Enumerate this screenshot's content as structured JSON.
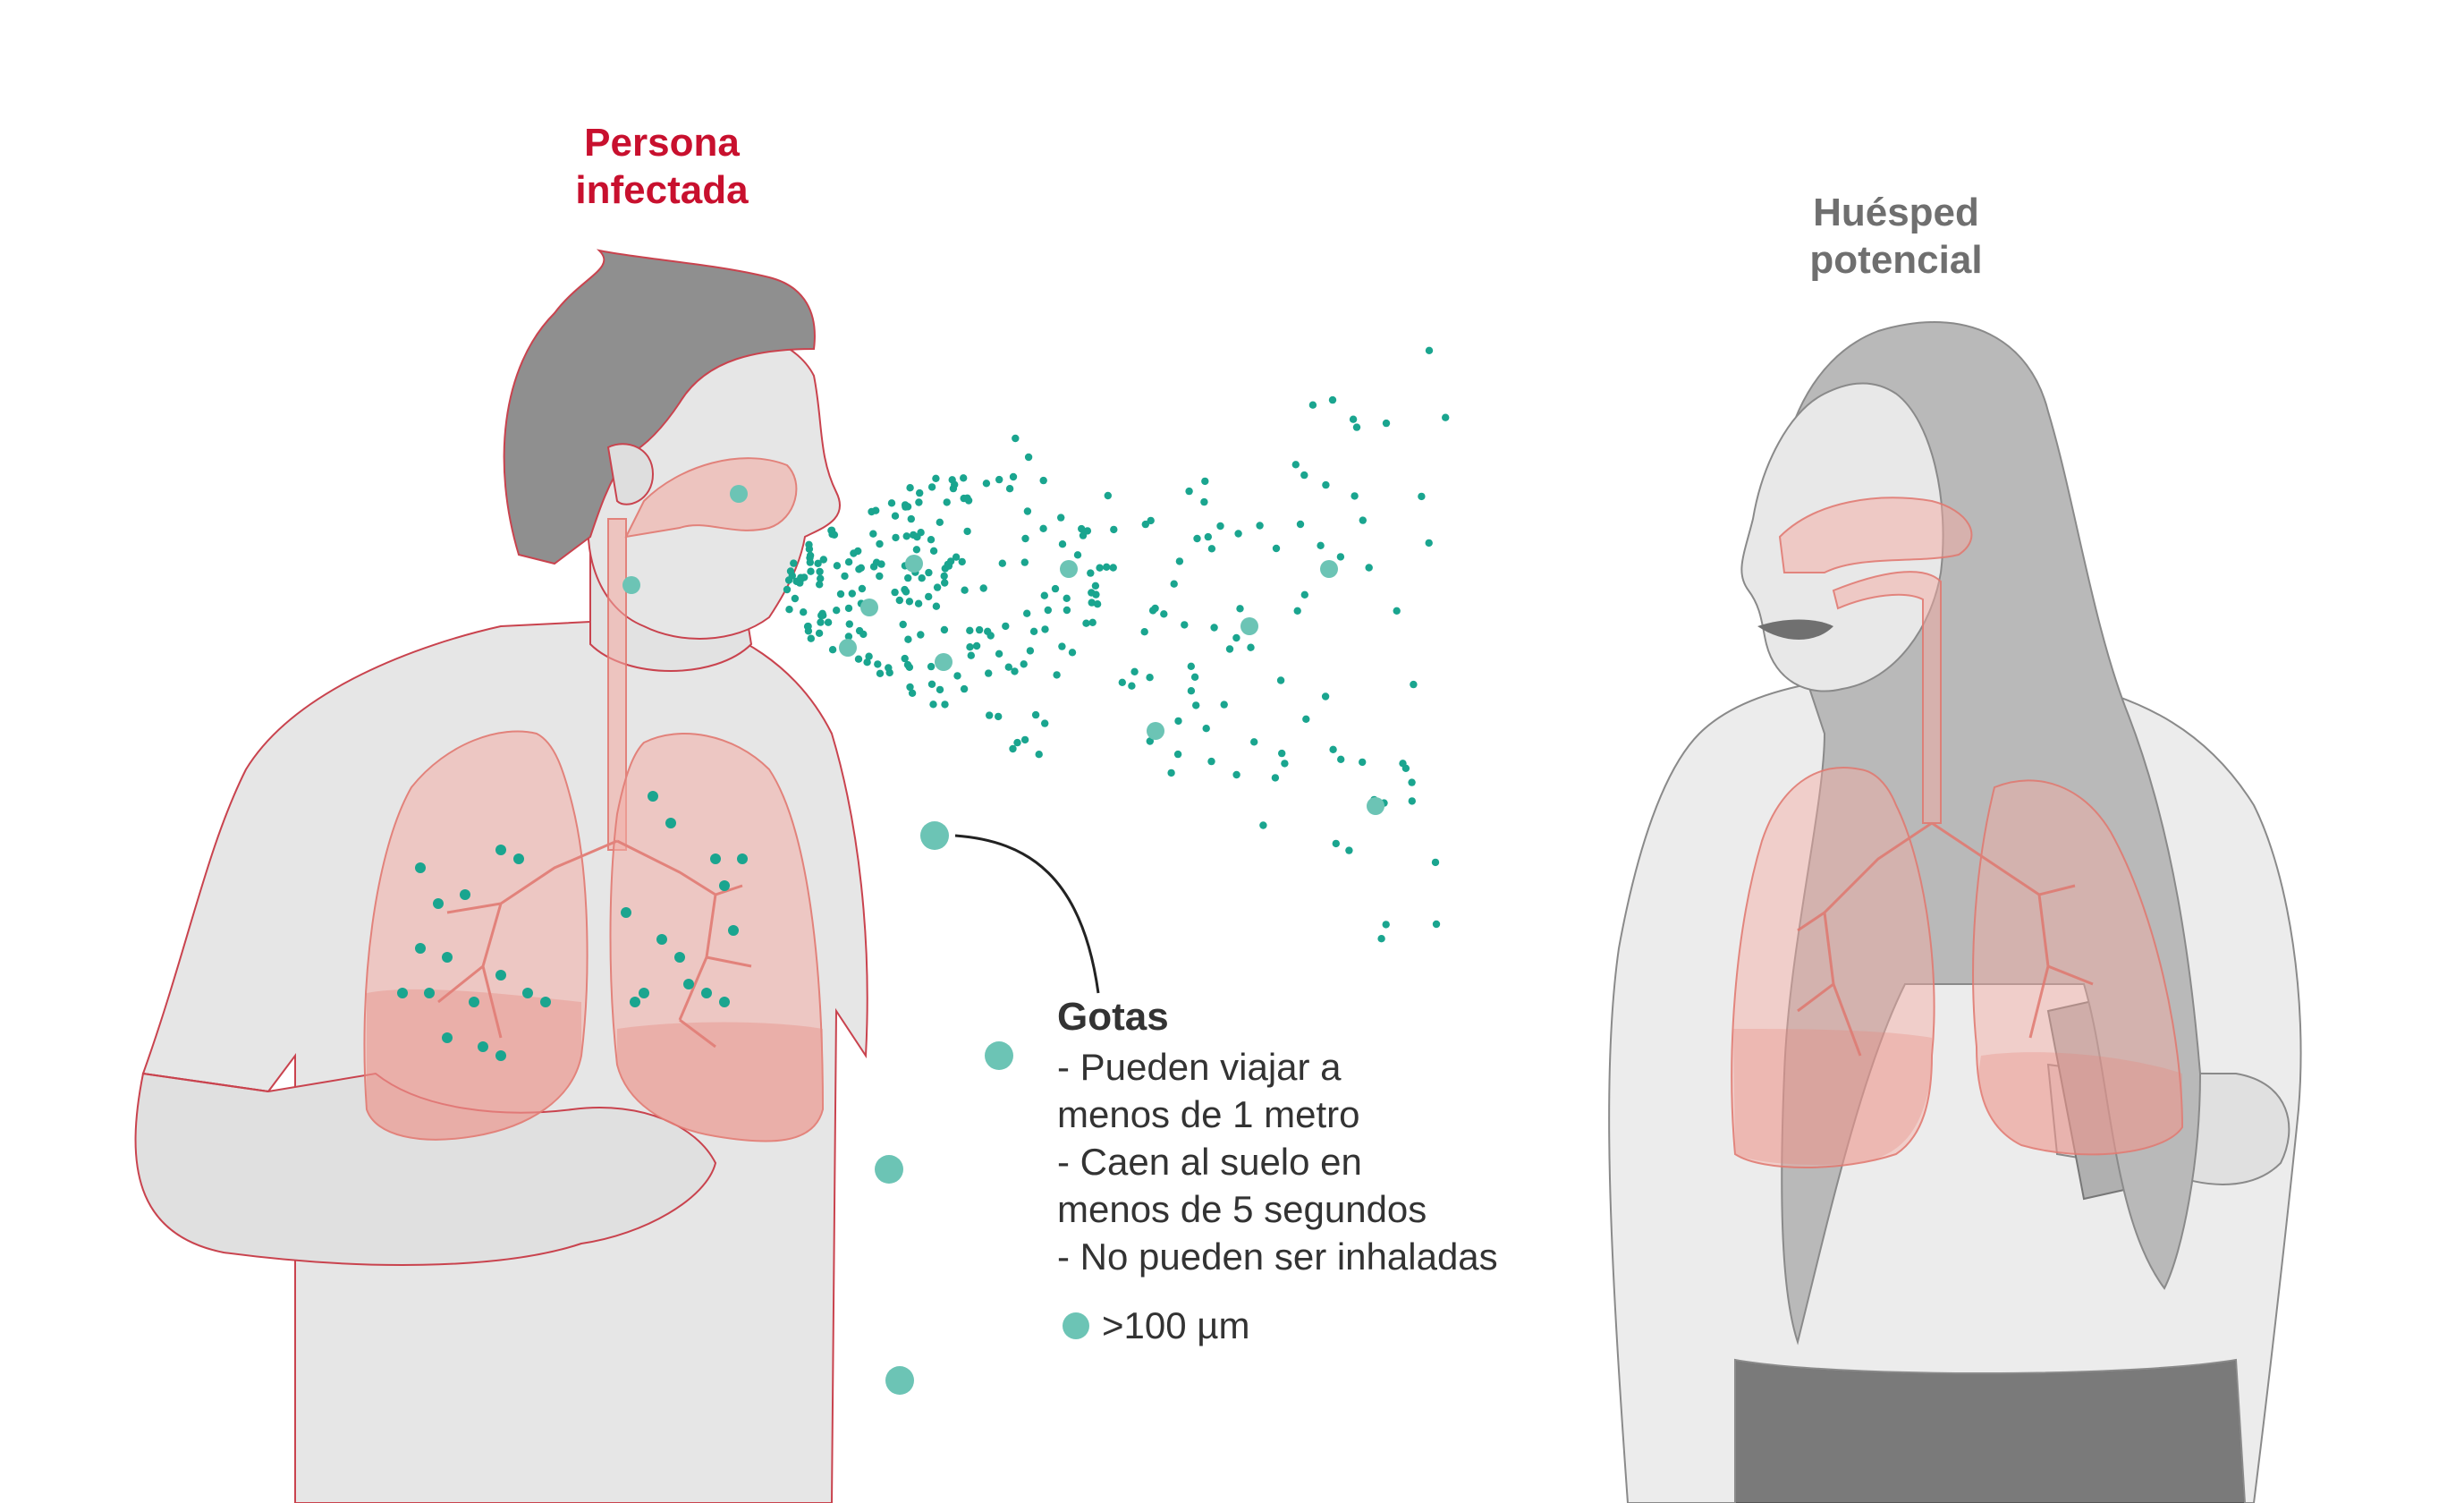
{
  "labels": {
    "infected": [
      "Persona",
      "infectada"
    ],
    "host": [
      "Huésped",
      "potencial"
    ]
  },
  "legend": {
    "title": "Gotas",
    "lines": [
      "- Pueden viajar a",
      "menos de 1 metro",
      "- Caen al suelo en",
      "menos de 5 segundos",
      "- No pueden ser inhaladas"
    ],
    "size_label": ">100 µm"
  },
  "colors": {
    "infected": "#c8102e",
    "host_label": "#6f6f6f",
    "droplet": "#1aa58f",
    "large_droplet": "#6cc4b5",
    "lung_fill": "#f4a9a0",
    "body_fill": "#e4e4e4",
    "hair_man": "#8f8f8f",
    "hair_woman": "#b9b9b9",
    "pants": "#777777"
  }
}
